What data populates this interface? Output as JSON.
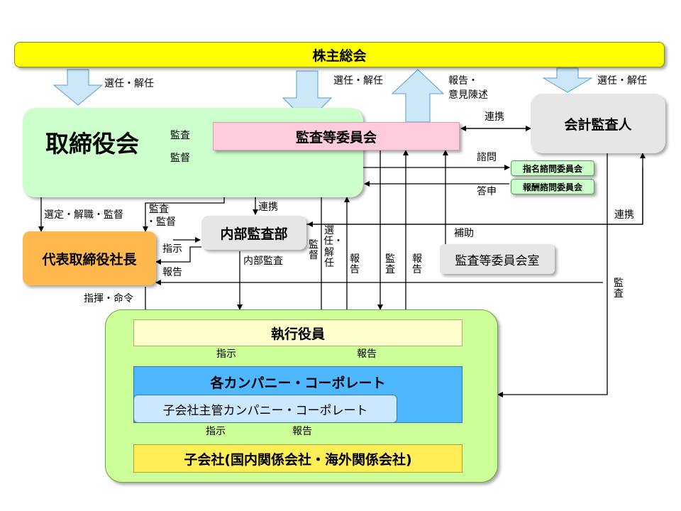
{
  "nodes": {
    "shareholders": "株主総会",
    "board": "取締役会",
    "audit_committee": "監査等委員会",
    "accounting_auditor": "会計監査人",
    "nomination_committee": "指名諮問委員会",
    "compensation_committee": "報酬諮問委員会",
    "internal_audit": "内部監査部",
    "president": "代表取締役社長",
    "audit_committee_office": "監査等委員会室",
    "executive_officers": "執行役員",
    "companies_corporate": "各カンパニー・コーポレート",
    "subsidiary_managing": "子会社主管カンパニー・コーポレート",
    "subsidiaries": "子会社(国内関係会社・海外関係会社)"
  },
  "labels": {
    "elect_dismiss_1": "選任・解任",
    "elect_dismiss_2": "選任・解任",
    "elect_dismiss_3": "選任・解任",
    "report_opinion_1": "報告・",
    "report_opinion_2": "意見陳述",
    "audit_1": "監査",
    "supervise_1": "監督",
    "cooperate_1": "連携",
    "consult": "諮問",
    "report_back": "答申",
    "select_dismiss_supervise": "選定・解職・監督",
    "audit_supervise_1": "監査",
    "audit_supervise_2": "・監督",
    "cooperate_2": "連携",
    "cooperate_3": "連携",
    "instruct_1": "指示",
    "report_1": "報告",
    "internal_audit_label": "内部監査",
    "supervise_v": "監督",
    "elect_dismiss_v": "選任・解任",
    "report_v1": "報告",
    "audit_v1": "監査",
    "report_v2": "報告",
    "assist": "補助",
    "audit_v2": "監査",
    "command_order": "指揮・命令",
    "instruct_2": "指示",
    "report_2": "報告",
    "instruct_3": "指示",
    "report_3": "報告"
  },
  "colors": {
    "shareholders": "#ffff00",
    "board": "#ccffcc",
    "audit_committee": "#ffccdd",
    "auditor": "#e6e6e6",
    "president": "#ffb84d",
    "group_bg": "#ccff99",
    "executive": "#ffffcc",
    "companies": "#4db8ff",
    "subsidiary_managing": "#cce8ff",
    "subsidiaries": "#ffee55",
    "big_arrow": "#cce8f8"
  }
}
